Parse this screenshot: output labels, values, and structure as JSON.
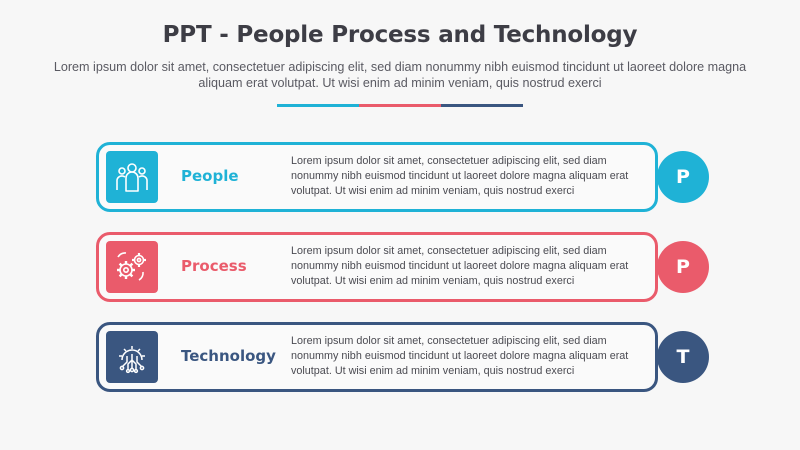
{
  "title": "PPT - People Process and Technology",
  "subtitle": "Lorem ipsum dolor sit amet, consectetuer adipiscing elit, sed diam nonummy nibh euismod tincidunt ut laoreet dolore magna aliquam erat volutpat. Ut wisi enim ad minim veniam, quis nostrud exerci",
  "colors": {
    "people": "#1fb2d6",
    "process": "#ea5b6b",
    "technology": "#3a5680"
  },
  "items": [
    {
      "label": "People",
      "letter": "P",
      "icon": "people-group-icon",
      "description": "Lorem ipsum dolor sit amet, consectetuer adipiscing elit, sed diam nonummy nibh euismod tincidunt ut laoreet dolore magna aliquam erat volutpat. Ut wisi enim ad minim veniam, quis nostrud exerci"
    },
    {
      "label": "Process",
      "letter": "P",
      "icon": "gears-cycle-icon",
      "description": "Lorem ipsum dolor sit amet, consectetuer adipiscing elit, sed diam nonummy nibh euismod tincidunt ut laoreet dolore magna aliquam erat volutpat. Ut wisi enim ad minim veniam, quis nostrud exerci"
    },
    {
      "label": "Technology",
      "letter": "T",
      "icon": "circuit-gear-icon",
      "description": "Lorem ipsum dolor sit amet, consectetuer adipiscing elit, sed diam nonummy nibh euismod tincidunt ut laoreet dolore magna aliquam erat volutpat. Ut wisi enim ad minim veniam, quis nostrud exerci"
    }
  ]
}
